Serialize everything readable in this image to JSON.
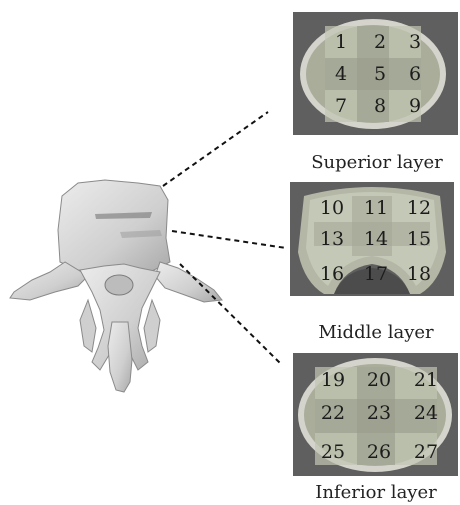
{
  "layers": [
    {
      "caption": "Superior layer",
      "numbers": [
        "1",
        "2",
        "3",
        "4",
        "5",
        "6",
        "7",
        "8",
        "9"
      ]
    },
    {
      "caption": "Middle layer",
      "numbers": [
        "10",
        "11",
        "12",
        "13",
        "14",
        "15",
        "16",
        "17",
        "18"
      ]
    },
    {
      "caption": "Inferior layer",
      "numbers": [
        "19",
        "20",
        "21",
        "22",
        "23",
        "24",
        "25",
        "26",
        "27"
      ]
    }
  ],
  "colors": {
    "panel_background": "#5f5f5f",
    "vertebral_body": "#a9ad9a",
    "cross_band": "#9a9c8c",
    "grid_region": "#c2c6b2",
    "cortical_rim": "#d8d8d0",
    "vertebra_model": "#d9d9d9",
    "connector_line": "#111111"
  }
}
